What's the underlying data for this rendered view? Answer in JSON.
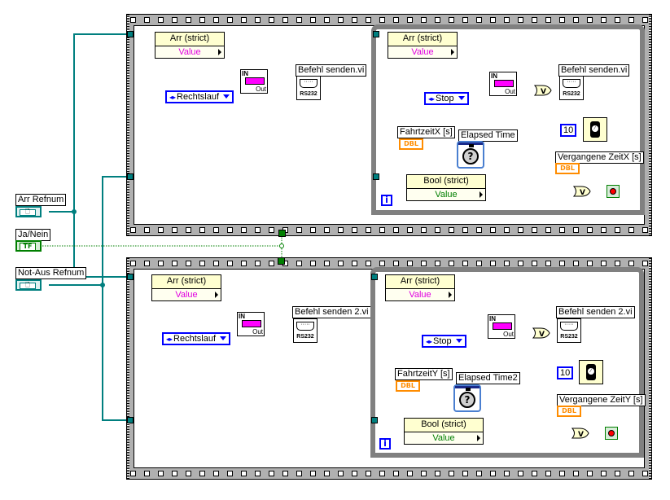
{
  "front_controls": {
    "arr_refnum": {
      "label": "Arr Refnum",
      "glyph": "🗋"
    },
    "ja_nein": {
      "label": "Ja/Nein",
      "glyph": "TF"
    },
    "not_aus_refnum": {
      "label": "Not-Aus Refnum",
      "glyph": "🗋"
    }
  },
  "frames": [
    {
      "property_node_arr": {
        "header": "Arr (strict)",
        "property": "Value"
      },
      "enum_constant": "Rechtslauf",
      "index_array": {
        "in": "IN",
        "out": "Out"
      },
      "subvi": {
        "label": "Befehl senden.vi",
        "icon_text": "RS232"
      },
      "loop": {
        "property_node_arr": {
          "header": "Arr (strict)",
          "property": "Value"
        },
        "enum_constant": "Stop",
        "index_array": {
          "in": "IN",
          "out": "Out"
        },
        "subvi": {
          "label": "Befehl senden.vi",
          "icon_text": "RS232"
        },
        "input_terminal": {
          "label": "FahrtzeitX [s]",
          "type": "DBL"
        },
        "elapsed_time": {
          "label": "Elapsed Time",
          "glyph": "?"
        },
        "wait_constant": "10",
        "output_indicator": {
          "label": "Vergangene ZeitX [s]",
          "type": "DBL"
        },
        "property_node_bool": {
          "header": "Bool (strict)",
          "property": "Value"
        },
        "or_glyph": "V",
        "iteration_glyph": "i"
      }
    },
    {
      "property_node_arr": {
        "header": "Arr (strict)",
        "property": "Value"
      },
      "enum_constant": "Rechtslauf",
      "index_array": {
        "in": "IN",
        "out": "Out"
      },
      "subvi": {
        "label": "Befehl senden 2.vi",
        "icon_text": "RS232"
      },
      "loop": {
        "property_node_arr": {
          "header": "Arr (strict)",
          "property": "Value"
        },
        "enum_constant": "Stop",
        "index_array": {
          "in": "IN",
          "out": "Out"
        },
        "subvi": {
          "label": "Befehl senden 2.vi",
          "icon_text": "RS232"
        },
        "input_terminal": {
          "label": "FahrtzeitY [s]",
          "type": "DBL"
        },
        "elapsed_time": {
          "label": "Elapsed Time2",
          "glyph": "?"
        },
        "wait_constant": "10",
        "output_indicator": {
          "label": "Vergangene ZeitY [s]",
          "type": "DBL"
        },
        "property_node_bool": {
          "header": "Bool (strict)",
          "property": "Value"
        },
        "or_glyph": "V",
        "iteration_glyph": "i"
      }
    }
  ],
  "colors": {
    "refnum_wire": "#007f7f",
    "boolean_wire": "#007f00",
    "array_wire": "#ff00ff",
    "enum_wire": "#0000ff",
    "dbl_wire": "#ff8c00",
    "frame_gray": "#b0b0b0",
    "loop_gray": "#808080"
  }
}
